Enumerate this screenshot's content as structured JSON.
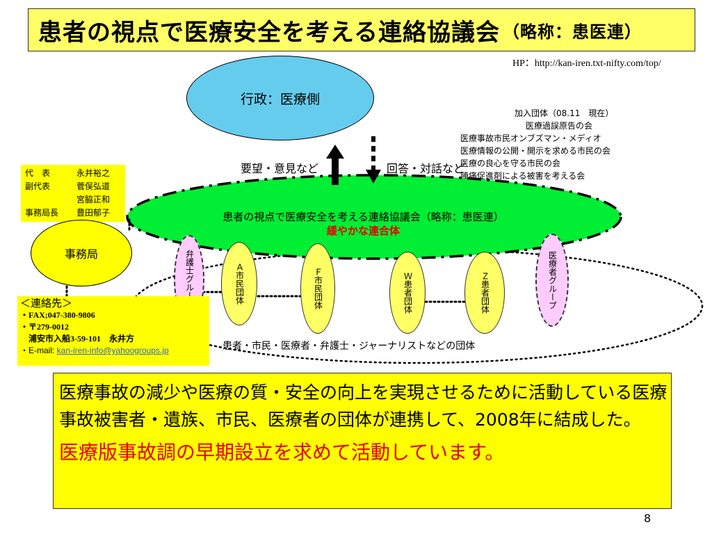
{
  "title": {
    "main": "患者の視点で医療安全を考える連絡協議会",
    "abbr": "（略称：患医連）"
  },
  "hp": "HP：http://kan-iren.txt-nifty.com/top/",
  "government": {
    "label": "行政：医療側"
  },
  "members": {
    "heading": "加入団体（08.11　現在）",
    "items": [
      "医療過誤原告の会",
      "医療事故市民オンブズマン・メディオ",
      "医療情報の公開・開示を求める市民の会",
      "医療の良心を守る市民の会",
      "陣痛促進剤による被害を考える会"
    ]
  },
  "arrows": {
    "up_label": "要望・意見など",
    "down_label": "回答・対話など"
  },
  "officers": [
    {
      "role": "代　表",
      "name": "永井裕之"
    },
    {
      "role": "副代表",
      "name": "菅俣弘道"
    },
    {
      "role": "",
      "name": "宮脇正和"
    },
    {
      "role": "事務局長",
      "name": "豊田郁子"
    }
  ],
  "secretariat": {
    "label": "事務局"
  },
  "council": {
    "label": "患者の視点で医療安全を考える連絡協議会（略称：患医連）",
    "sub": "緩やかな連合体"
  },
  "groups": {
    "lawyer": "弁護士グループ",
    "a_citizen": "Ａ市民団体",
    "f_citizen": "Ｆ市民団体",
    "w_patient": "Ｗ患者団体",
    "z_patient": "Ｚ患者団体",
    "medical": "医療者グループ"
  },
  "bottom_label": "患者・市民・医療者・弁護士・ジャーナリストなどの団体",
  "contact": {
    "heading": "＜連絡先＞",
    "fax": "・FAX;047-380-9806",
    "postal": "・〒279-0012",
    "address": "浦安市入船3-59-101　永井方",
    "email_prefix": "・E-mail: ",
    "email": "kan-iren-info@yahoogroups.jp"
  },
  "summary": {
    "text": "医療事故の減少や医療の質・安全の向上を実現させるために活動している医療事故被害者・遺族、市民、医療者の団体が連携して、2008年に結成した。",
    "call": "医療版事故調の早期設立を求めて活動しています。"
  },
  "page_number": "8",
  "colors": {
    "title_bg": "#ffff66",
    "government": "#66ccee",
    "council": "#00ee33",
    "group_yellow": "#ffff66",
    "group_pink": "#ffccff",
    "highlight_red": "#e60000",
    "panel_yellow": "#ffff00"
  }
}
